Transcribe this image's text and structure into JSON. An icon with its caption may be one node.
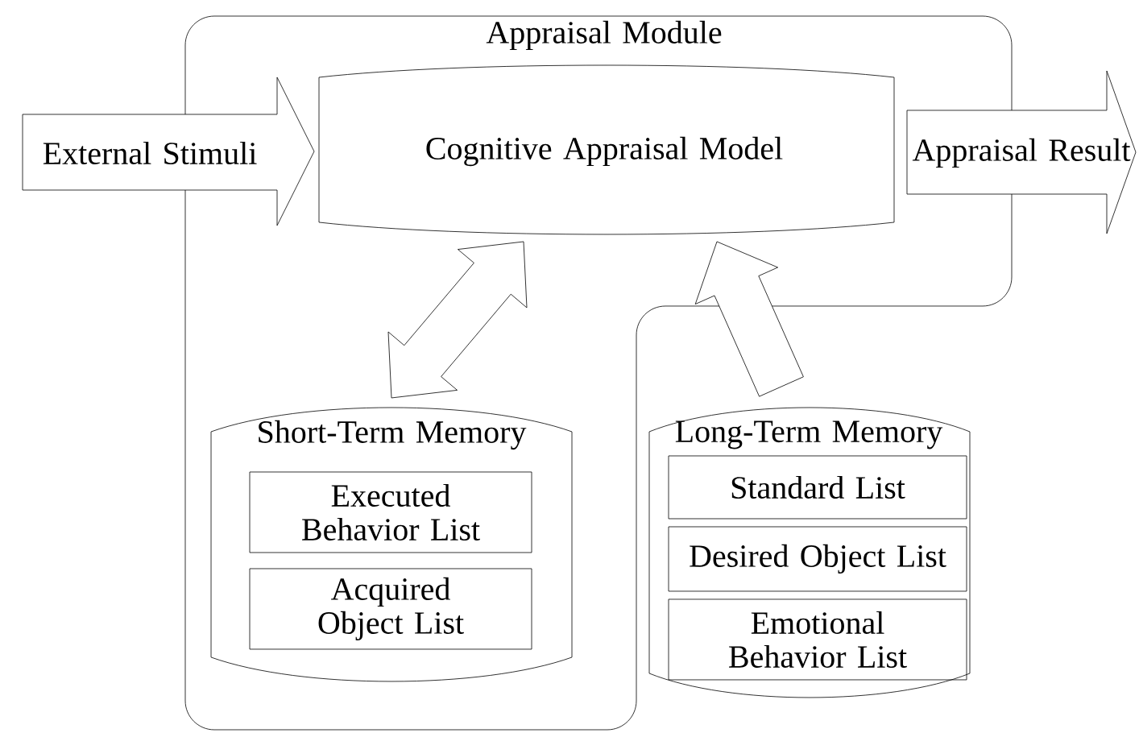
{
  "diagram": {
    "nodes": [
      {
        "text": [
          "Appraisal Module"
        ]
      },
      {
        "text": [
          "External Stimuli"
        ]
      },
      {
        "text": [
          "Cognitive Appraisal Model"
        ],
        "in": 0
      },
      {
        "text": [
          "Appraisal Result"
        ]
      },
      {
        "text": [
          "Short-Term Memory"
        ],
        "in": 0
      },
      {
        "text": [
          "Executed Behavior List"
        ],
        "in": 4
      },
      {
        "text": [
          "Acquired Object List"
        ],
        "in": 4
      },
      {
        "text": [
          "Long-Term Memory"
        ]
      },
      {
        "text": [
          "Standard List"
        ],
        "in": 7
      },
      {
        "text": [
          "Desired Object List"
        ],
        "in": 7
      },
      {
        "text": [
          "Emotional Behavior List"
        ],
        "in": 7
      }
    ],
    "edges": [
      {
        "from": 4,
        "to": 2,
        "arrow": "both"
      },
      {
        "from": 7,
        "to": 2,
        "arrow": "to"
      }
    ]
  }
}
